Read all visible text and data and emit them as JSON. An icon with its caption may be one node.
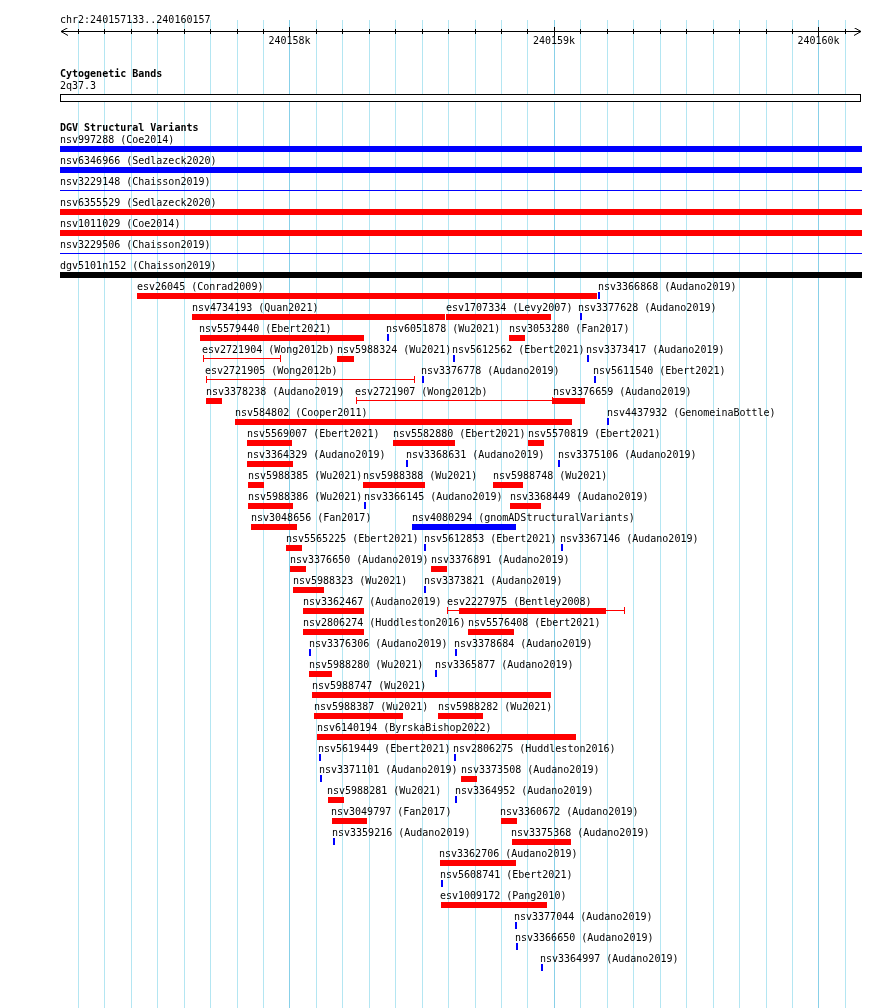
{
  "diagram": {
    "labels": [
      "chr2:240157133..240160157",
      "240158k",
      "240159k",
      "240160k",
      "Cytogenetic Bands",
      "2q37.3",
      "DGV Structural Variants",
      "nsv997288 (Coe2014)",
      "nsv6346966 (Sedlazeck2020)",
      "nsv3229148 (Chaisson2019)",
      "nsv6355529 (Sedlazeck2020)",
      "nsv1011029 (Coe2014)",
      "nsv3229506 (Chaisson2019)",
      "dgv5101n152 (Chaisson2019)",
      "esv26045 (Conrad2009)",
      "nsv3366868 (Audano2019)",
      "nsv4734193 (Quan2021)",
      "esv1707334 (Levy2007)",
      "nsv3377628 (Audano2019)",
      "nsv5579440 (Ebert2021)",
      "nsv6051878 (Wu2021)",
      "nsv3053280 (Fan2017)",
      "esv2721904 (Wong2012b)",
      "nsv5988324 (Wu2021)",
      "nsv5612562 (Ebert2021)",
      "nsv3373417 (Audano2019)",
      "esv2721905 (Wong2012b)",
      "nsv3376778 (Audano2019)",
      "nsv5611540 (Ebert2021)",
      "nsv3378238 (Audano2019)",
      "esv2721907 (Wong2012b)",
      "nsv3376659 (Audano2019)",
      "nsv584802 (Cooper2011)",
      "nsv4437932 (GenomeinaBottle)",
      "nsv5569007 (Ebert2021)",
      "nsv5582880 (Ebert2021)",
      "nsv5570819 (Ebert2021)",
      "nsv3364329 (Audano2019)",
      "nsv3368631 (Audano2019)",
      "nsv3375106 (Audano2019)",
      "nsv5988385 (Wu2021)",
      "nsv5988388 (Wu2021)",
      "nsv5988748 (Wu2021)",
      "nsv5988386 (Wu2021)",
      "nsv3366145 (Audano2019)",
      "nsv3368449 (Audano2019)",
      "nsv3048656 (Fan2017)",
      "nsv4080294 (gnomADStructuralVariants)",
      "nsv5565225 (Ebert2021)",
      "nsv5612853 (Ebert2021)",
      "nsv3367146 (Audano2019)",
      "nsv3376650 (Audano2019)",
      "nsv3376891 (Audano2019)",
      "nsv5988323 (Wu2021)",
      "nsv3373821 (Audano2019)",
      "nsv3362467 (Audano2019)",
      "esv2227975 (Bentley2008)",
      "nsv2806274 (Huddleston2016)",
      "nsv5576408 (Ebert2021)",
      "nsv3376306 (Audano2019)",
      "nsv3378684 (Audano2019)",
      "nsv5988280 (Wu2021)",
      "nsv3365877 (Audano2019)",
      "nsv5988747 (Wu2021)",
      "nsv5988387 (Wu2021)",
      "nsv5988282 (Wu2021)",
      "nsv6140194 (ByrskaBishop2022)",
      "nsv5619449 (Ebert2021)",
      "nsv2806275 (Huddleston2016)",
      "nsv3371101 (Audano2019)",
      "nsv3373508 (Audano2019)",
      "nsv5988281 (Wu2021)",
      "nsv3364952 (Audano2019)",
      "nsv3049797 (Fan2017)",
      "nsv3360672 (Audano2019)",
      "nsv3359216 (Audano2019)",
      "nsv3375368 (Audano2019)",
      "nsv3362706 (Audano2019)",
      "nsv5608741 (Ebert2021)",
      "esv1009172 (Pang2010)",
      "nsv3377044 (Audano2019)",
      "nsv3366650 (Audano2019)",
      "nsv3364997 (Audano2019)"
    ]
  }
}
